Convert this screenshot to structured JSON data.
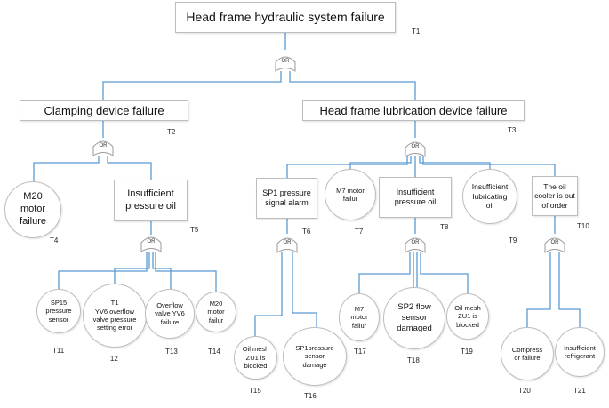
{
  "top_event": {
    "text": "Head frame hydraulic system failure",
    "id": "T1"
  },
  "gate_label": "OR",
  "events": {
    "t2": {
      "text": "Clamping device failure",
      "id": "T2"
    },
    "t3": {
      "text": "Head frame lubrication device failure",
      "id": "T3"
    },
    "t4": {
      "text": "M20\nmotor\nfailure",
      "id": "T4"
    },
    "t5": {
      "text": "Insufficient pressure oil",
      "id": "T5"
    },
    "t6": {
      "text": "SP1 pressure signal alarm",
      "id": "T6"
    },
    "t7": {
      "text": "M7 motor\nfailur",
      "id": "T7"
    },
    "t8": {
      "text": "Insufficient pressure oil",
      "id": "T8"
    },
    "t9": {
      "text": "Insufficient\nlubricating\noil",
      "id": "T9"
    },
    "t10": {
      "text": "The oil cooler is out of order",
      "id": "T10"
    },
    "t11": {
      "text": "SP15\npressure\nsensor",
      "id": "T11"
    },
    "t12": {
      "text": "T1\nYV6 overflow\nvalve pressure\nsetting error",
      "id": "T12"
    },
    "t13": {
      "text": "Overflow\nvalve YV6\nfailure",
      "id": "T13"
    },
    "t14": {
      "text": "M20\nmotor\nfailur",
      "id": "T14"
    },
    "t15": {
      "text": "Oil mesh\nZU1 is\nblocked",
      "id": "T15"
    },
    "t16": {
      "text": "SP1pressure\nsensor\ndamage",
      "id": "T16"
    },
    "t17": {
      "text": "M7\nmotor\nfailur",
      "id": "T17"
    },
    "t18": {
      "text": "SP2 flow\nsensor\ndamaged",
      "id": "T18"
    },
    "t19": {
      "text": "Oil mesh\nZU1 is\nblocked",
      "id": "T19"
    },
    "t20": {
      "text": "Compress\nor failure",
      "id": "T20"
    },
    "t21": {
      "text": "Insufficient\nrefrigerant",
      "id": "T21"
    }
  },
  "colors": {
    "connector": "#5b9bd5",
    "border": "#bdbdbd",
    "text": "#111111"
  }
}
